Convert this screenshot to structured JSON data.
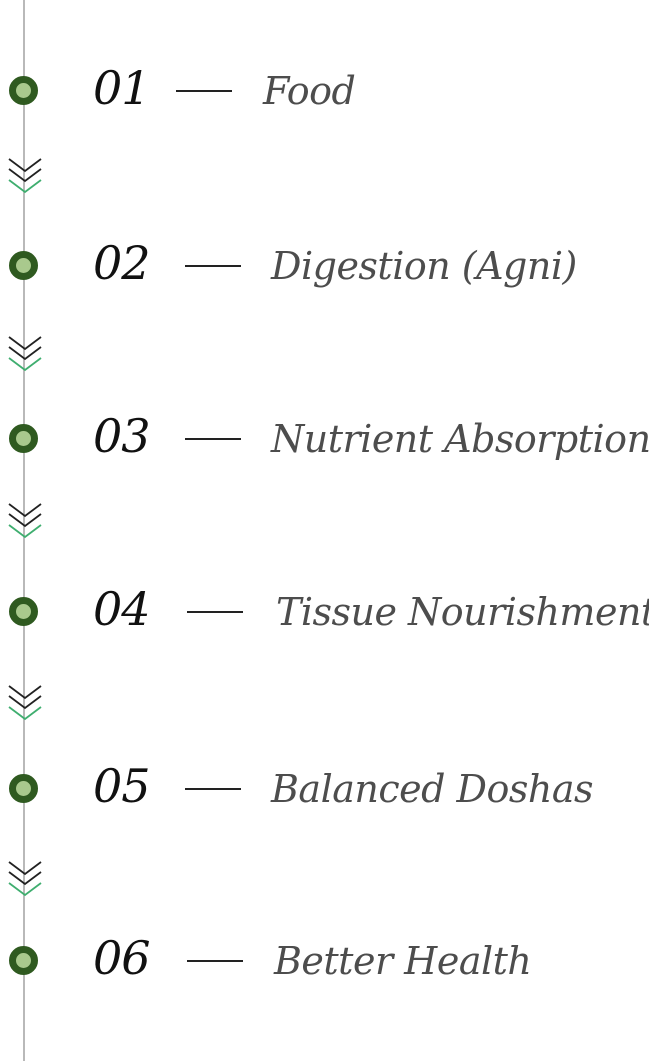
{
  "steps": [
    {
      "number": "01",
      "label": "Food"
    },
    {
      "number": "02",
      "label": "Digestion (Agni)"
    },
    {
      "number": "03",
      "label": "Nutrient Absorption"
    },
    {
      "number": "04",
      "label": "Tissue Nourishment"
    },
    {
      "number": "05",
      "label": "Balanced Doshas"
    },
    {
      "number": "06",
      "label": "Better Health"
    }
  ],
  "colors": {
    "dot_ring": "#2f5a20",
    "dot_fill": "#a9c98d",
    "line": "#b9b9b9",
    "chevron_dark": "#222222",
    "chevron_accent": "#3fae6f",
    "number": "#111111",
    "label": "#4d4d4d"
  }
}
